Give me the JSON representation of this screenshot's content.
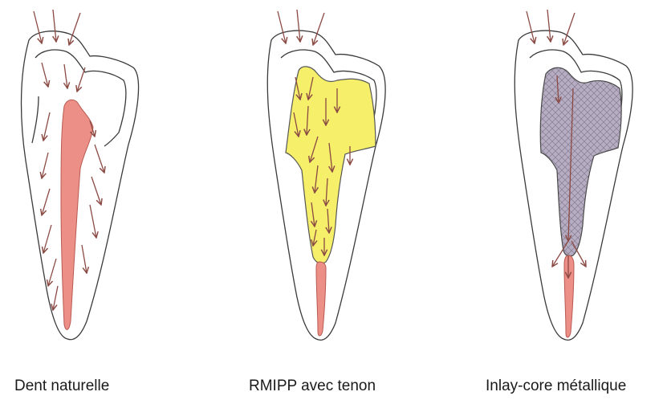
{
  "captions": {
    "natural": "Dent naturelle",
    "rmipp": "RMIPP avec tenon",
    "inlay": "Inlay-core métallique"
  },
  "colors": {
    "pulp": "#ec8f86",
    "composite": "#f5ef6a",
    "metal": "#b7adc2",
    "arrows": "#8b4a44"
  }
}
